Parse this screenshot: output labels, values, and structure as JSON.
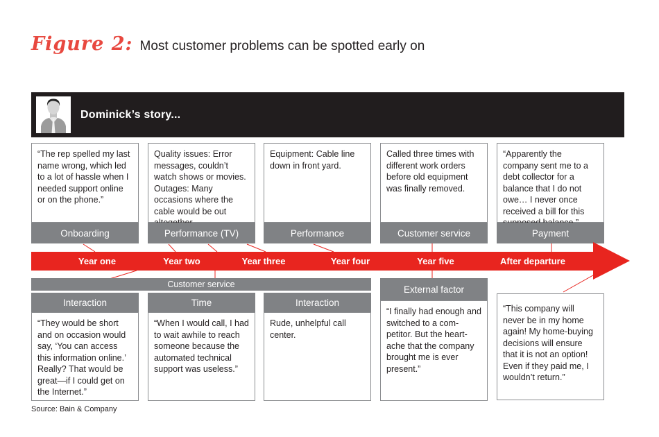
{
  "figure": {
    "label": "Figure 2:",
    "title": "Most customer problems can be spotted early on"
  },
  "header": {
    "name": "Dominick’s story...",
    "avatar": "man-portrait"
  },
  "timeline": {
    "segments": [
      "Year one",
      "Year two",
      "Year three",
      "Year four",
      "Year five",
      "After departure"
    ],
    "color": "#e8251f"
  },
  "top_row": [
    {
      "quote": "“The rep spelled my last name wrong, which led to a lot of hassle when I needed support online or on the phone.”",
      "category": "Onboarding"
    },
    {
      "quote": "Quality issues: Error messages, couldn’t watch shows or movies. Outages: Many occasions where the cable would be out altogether.",
      "category": "Performance (TV)"
    },
    {
      "quote": "Equipment: Cable line down in front yard.",
      "category": "Performance"
    },
    {
      "quote": "Called three times with different work orders before old equipment was finally removed.",
      "category": "Customer service"
    },
    {
      "quote": "“Apparently the company sent me to a debt collector for a balance that I do not owe… I never once received a bill for this supposed balance.”",
      "category": "Payment"
    }
  ],
  "bottom": {
    "group_label": "Customer service",
    "cards": [
      {
        "label": "Interaction",
        "quote": "“They would be short and on occasion would say, ‘You can access this information online.’ Really? That would be great—if I could get on the Internet.”"
      },
      {
        "label": "Time",
        "quote": "“When I would call, I had to wait awhile to reach someone because the automated technical support was useless.”"
      },
      {
        "label": "Interaction",
        "quote": "Rude, unhelpful call center."
      },
      {
        "label": "External factor",
        "quote": "“I finally had enough and switched to a com-petitor. But the heart-ache that the company brought me is ever present.”"
      },
      {
        "label": "",
        "quote": "“This company will never be in my home again! My home-buying decisions will ensure that it is not an option!\nEven if they paid me, I wouldn’t return.”"
      }
    ]
  },
  "source": "Source: Bain & Company",
  "colors": {
    "red": "#e8251f",
    "script_red": "#e8483f",
    "bar_gray": "#808285",
    "header_black": "#211d1e",
    "text": "#231f20"
  }
}
